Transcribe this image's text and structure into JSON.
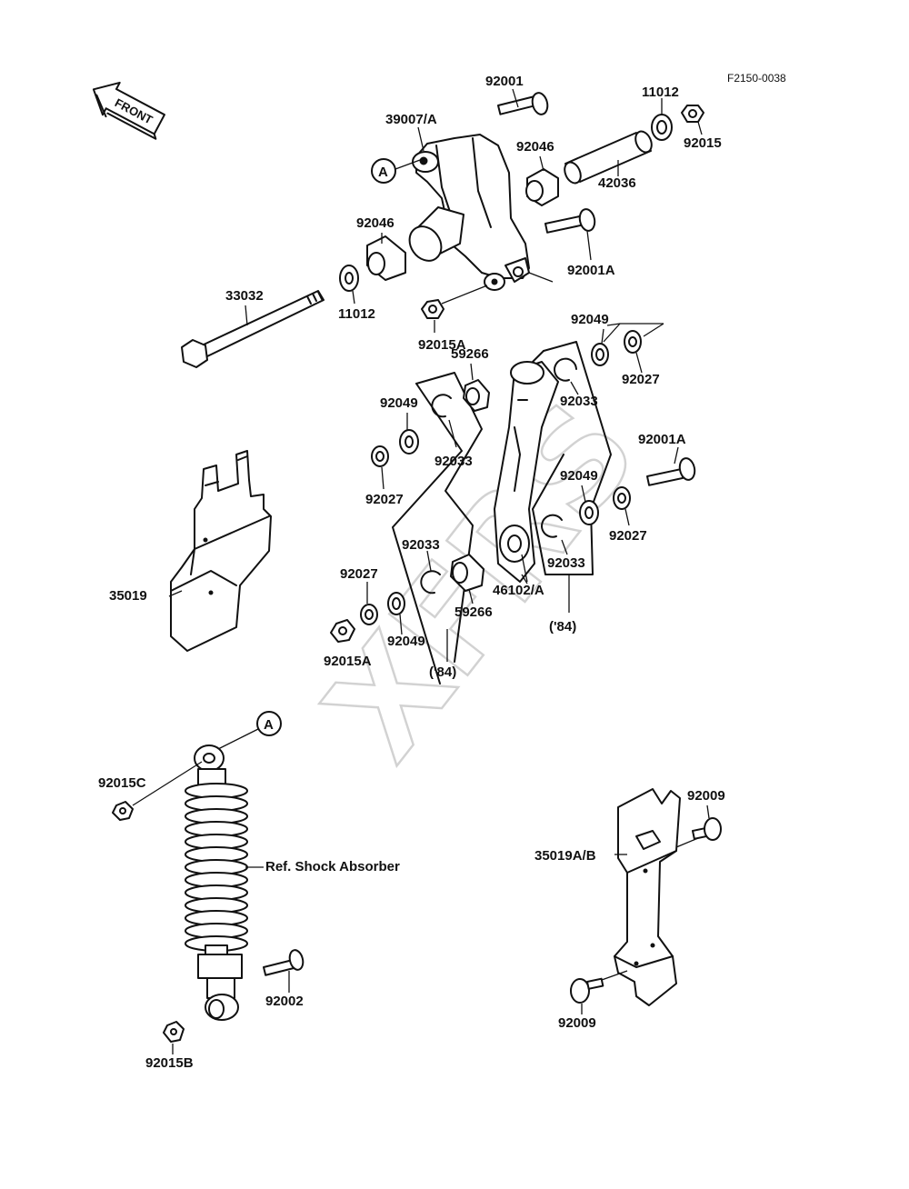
{
  "drawing_code": "F2150-0038",
  "front_badge": "FRONT",
  "watermark": "XFRS",
  "callout_letter": "A",
  "parts": {
    "p92001": "92001",
    "p39007A": "39007/A",
    "p11012_top": "11012",
    "p92015": "92015",
    "p92046_top": "92046",
    "p42036": "42036",
    "p92046_left": "92046",
    "p92001A_top": "92001A",
    "p33032": "33032",
    "p11012_left": "11012",
    "p92015A_top": "92015A",
    "p92049_top": "92049",
    "p92027_top": "92027",
    "p59266_top": "59266",
    "p92033_right_top": "92033",
    "p92049_left": "92049",
    "p92033_left_top": "92033",
    "p92001A_right": "92001A",
    "p92027_left": "92027",
    "p92049_right": "92049",
    "p92027_right": "92027",
    "p92033_left_bottom": "92033",
    "p35019": "35019",
    "p92027_low": "92027",
    "p59266_low": "59266",
    "p46102A": "46102/A",
    "p92033_right_bottom": "92033",
    "p92049_low": "92049",
    "p84_right": "('84)",
    "p92015A_low": "92015A",
    "p84_left": "('84)",
    "p92015C": "92015C",
    "p92009_top": "92009",
    "p35019AB": "35019A/B",
    "ref_shock": "Ref. Shock Absorber",
    "p92002": "92002",
    "p92009_bottom": "92009",
    "p92015B": "92015B"
  }
}
